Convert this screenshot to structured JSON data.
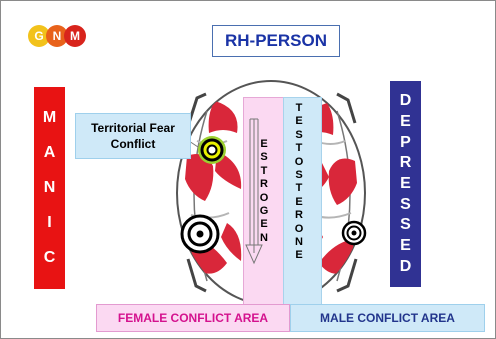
{
  "logo": {
    "letters": [
      "G",
      "N",
      "M"
    ]
  },
  "title": "RH-PERSON",
  "manic_letters": [
    "M",
    "A",
    "N",
    "I",
    "C"
  ],
  "depressed_letters": [
    "D",
    "E",
    "P",
    "R",
    "E",
    "S",
    "S",
    "E",
    "D"
  ],
  "fear_label": "Territorial Fear Conflict",
  "estrogen_letters": [
    "E",
    "S",
    "T",
    "R",
    "O",
    "G",
    "E",
    "N"
  ],
  "testosterone_letters": [
    "T",
    "E",
    "S",
    "T",
    "O",
    "S",
    "T",
    "E",
    "R",
    "O",
    "N",
    "E"
  ],
  "female_area": "FEMALE CONFLICT AREA",
  "male_area": "MALE CONFLICT AREA",
  "colors": {
    "manic": "#e81313",
    "depressed": "#303293",
    "brain_red": "#d9273a",
    "female_pink": "#fbd9f2",
    "male_blue": "#cfe9f8",
    "title_blue": "#1a33a6"
  }
}
